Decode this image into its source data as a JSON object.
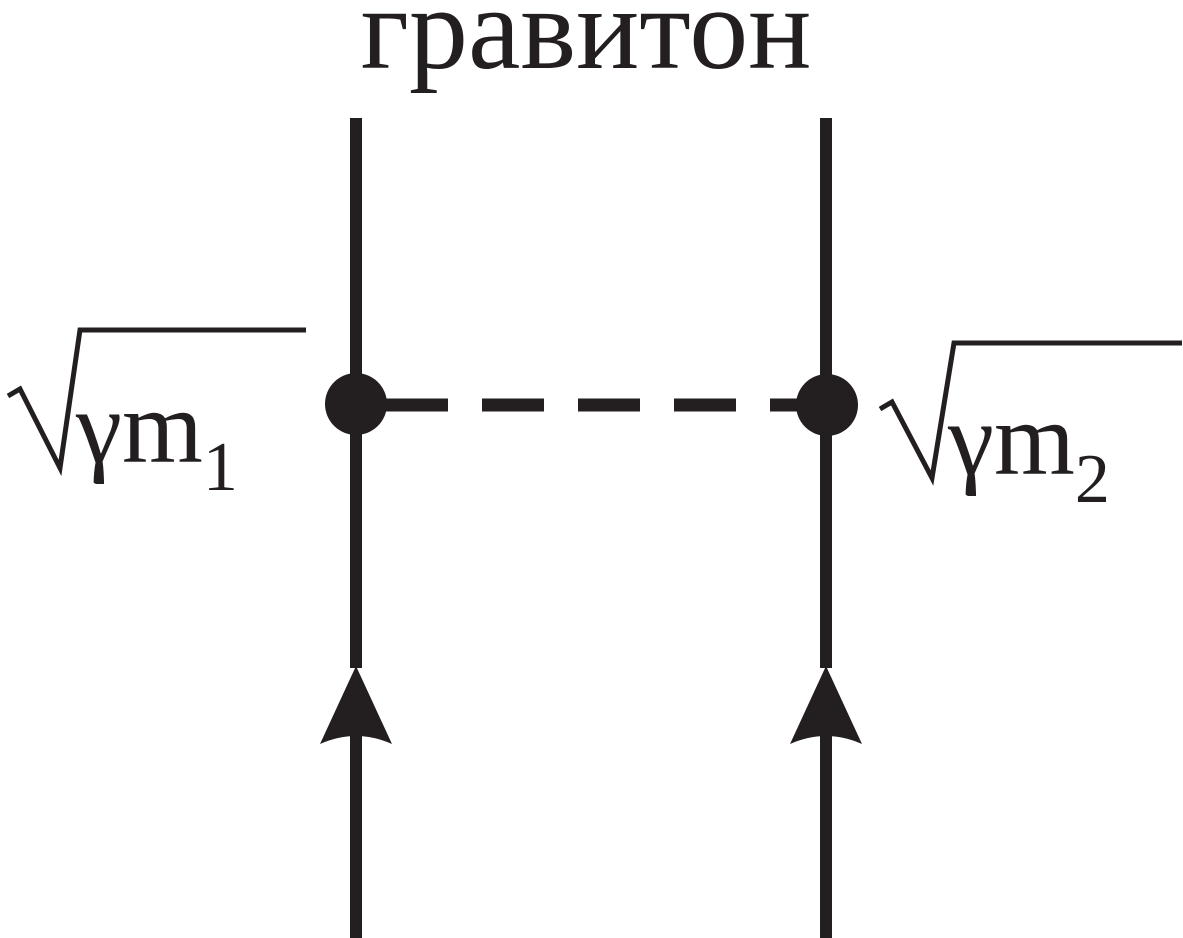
{
  "diagram": {
    "title": "гравитон",
    "left_vertex": {
      "radical": "√",
      "symbol": "γm",
      "subscript": "1"
    },
    "right_vertex": {
      "radical": "√",
      "symbol": "γm",
      "subscript": "2"
    },
    "colors": {
      "ink": "#231f20",
      "background": "#ffffff"
    }
  }
}
